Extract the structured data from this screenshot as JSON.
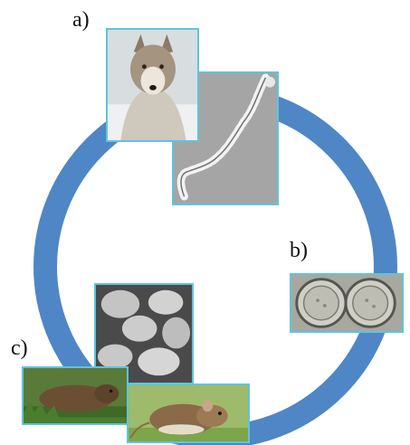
{
  "labels": {
    "a": "a)",
    "b": "b)",
    "c": "c)"
  },
  "colors": {
    "cycle_ring": "#4f86c6",
    "photo_border": "#5fc4dc"
  },
  "images": {
    "wolf": "wolf-photo",
    "tapeworm": "adult-tapeworm-micrograph",
    "eggs": "egg-micrograph",
    "cysts": "hydatid-cyst-micrograph",
    "groundhog": "groundhog-photo",
    "mouse": "mouse-photo"
  }
}
